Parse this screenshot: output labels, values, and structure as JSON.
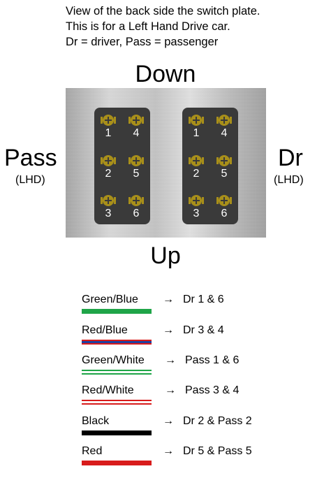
{
  "notes": [
    "View of the back side the switch plate.",
    "This is for a Left Hand Drive car.",
    "Dr = driver, Pass = passenger"
  ],
  "labels": {
    "down": "Down",
    "up": "Up",
    "pass": "Pass",
    "pass_sub": "(LHD)",
    "dr": "Dr",
    "dr_sub": "(LHD)"
  },
  "switches": [
    {
      "terminals": [
        "1",
        "2",
        "3",
        "4",
        "5",
        "6"
      ]
    },
    {
      "terminals": [
        "1",
        "2",
        "3",
        "4",
        "5",
        "6"
      ]
    }
  ],
  "colors": {
    "terminal": "#a88f1a",
    "block": "#3a3a3a",
    "green": "#1fa548",
    "blue": "#2040a0",
    "red": "#d81c1c",
    "white": "#ffffff",
    "black": "#000000"
  },
  "wires": [
    {
      "name": "Green/Blue",
      "arrow": "→",
      "dest": "Dr 1 & 6",
      "stripe": [
        "#1fa548"
      ]
    },
    {
      "name": "Red/Blue",
      "arrow": "→",
      "dest": "Dr 3 & 4",
      "stripe": [
        "#d81c1c",
        "#2040a0",
        "#d81c1c"
      ]
    },
    {
      "name": "Green/White",
      "arrow": "→",
      "dest": "Pass 1 & 6",
      "stripe": [
        "#1fa548",
        "#ffffff",
        "#1fa548"
      ]
    },
    {
      "name": "Red/White",
      "arrow": "→",
      "dest": "Pass 3 & 4",
      "stripe": [
        "#d81c1c",
        "#ffffff",
        "#d81c1c"
      ]
    },
    {
      "name": "Black",
      "arrow": "→",
      "dest": "Dr 2 & Pass 2",
      "stripe": [
        "#000000"
      ]
    },
    {
      "name": "Red",
      "arrow": "→",
      "dest": "Dr 5 & Pass 5",
      "stripe": [
        "#d81c1c"
      ]
    }
  ]
}
